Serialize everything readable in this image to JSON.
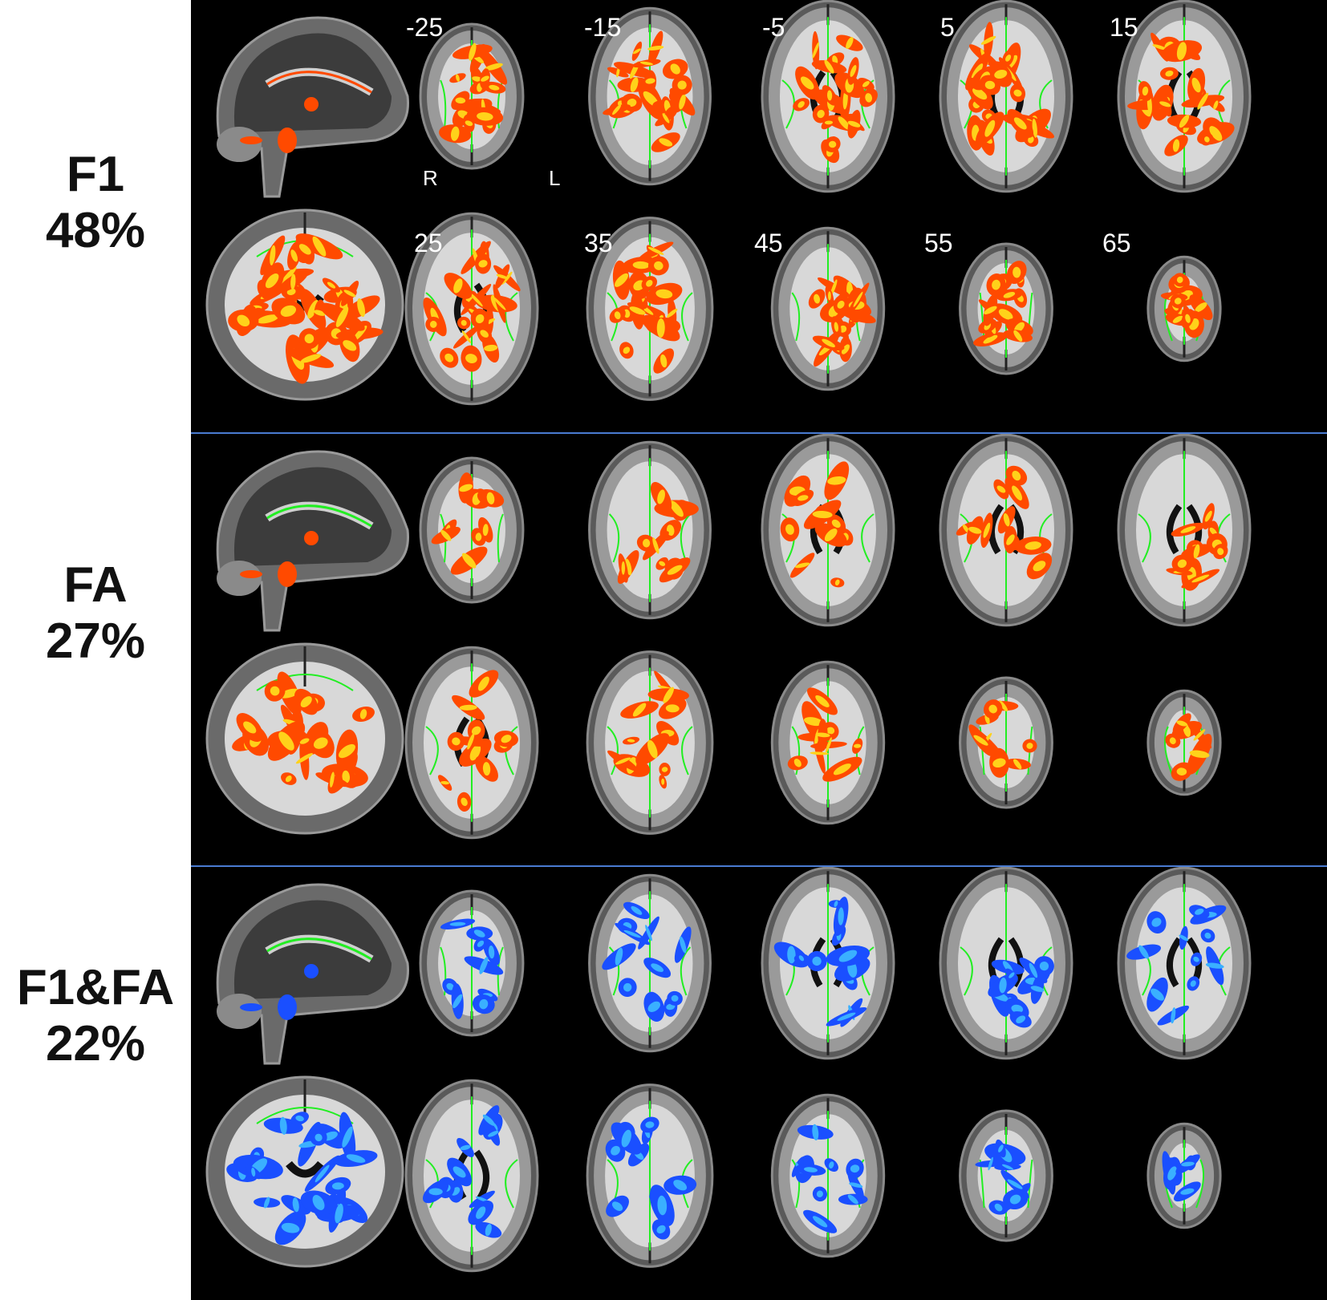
{
  "groups": [
    {
      "name": "F1",
      "percent": "48%",
      "overlay": "#ff4a00",
      "overlay_core": "#ffd21a"
    },
    {
      "name": "FA",
      "percent": "27%",
      "overlay": "#ff4a00",
      "overlay_core": "#ffd21a"
    },
    {
      "name": "F1&FA",
      "percent": "22%",
      "overlay": "#1a4fff",
      "overlay_core": "#3ab0ff"
    }
  ],
  "slices": {
    "row1": [
      "-25",
      "-15",
      "-5",
      "5",
      "15"
    ],
    "row2": [
      "25",
      "35",
      "45",
      "55",
      "65"
    ]
  },
  "orientation": {
    "right": "R",
    "left": "L"
  },
  "colors": {
    "background": "#000000",
    "skeleton": "#22ee22",
    "divider": "#4a7bd1"
  }
}
